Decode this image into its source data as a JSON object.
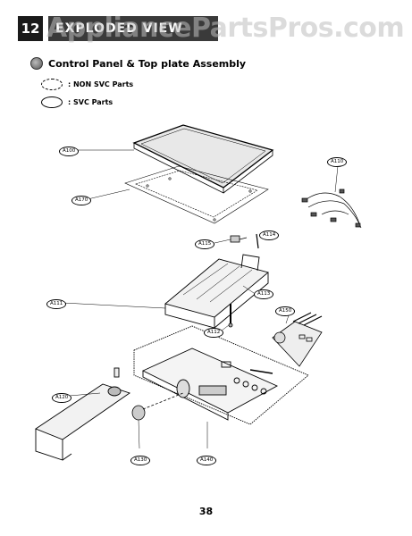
{
  "header": {
    "section_number": "12",
    "section_title": "EXPLODED VIEW",
    "watermark": "AppliancePartsPros.com"
  },
  "assembly": {
    "title": "Control Panel & Top plate Assembly"
  },
  "legend": {
    "non_svc": ": NON SVC Parts",
    "svc": ": SVC Parts"
  },
  "callouts": {
    "a100": "A100",
    "a170": "A170",
    "a110": "A110",
    "a115": "A115",
    "a114": "A114",
    "a111": "A111",
    "a113": "A113",
    "a112": "A112",
    "a150": "A150",
    "a120": "A120",
    "a130": "A130",
    "a140": "A140"
  },
  "page_number": "38"
}
